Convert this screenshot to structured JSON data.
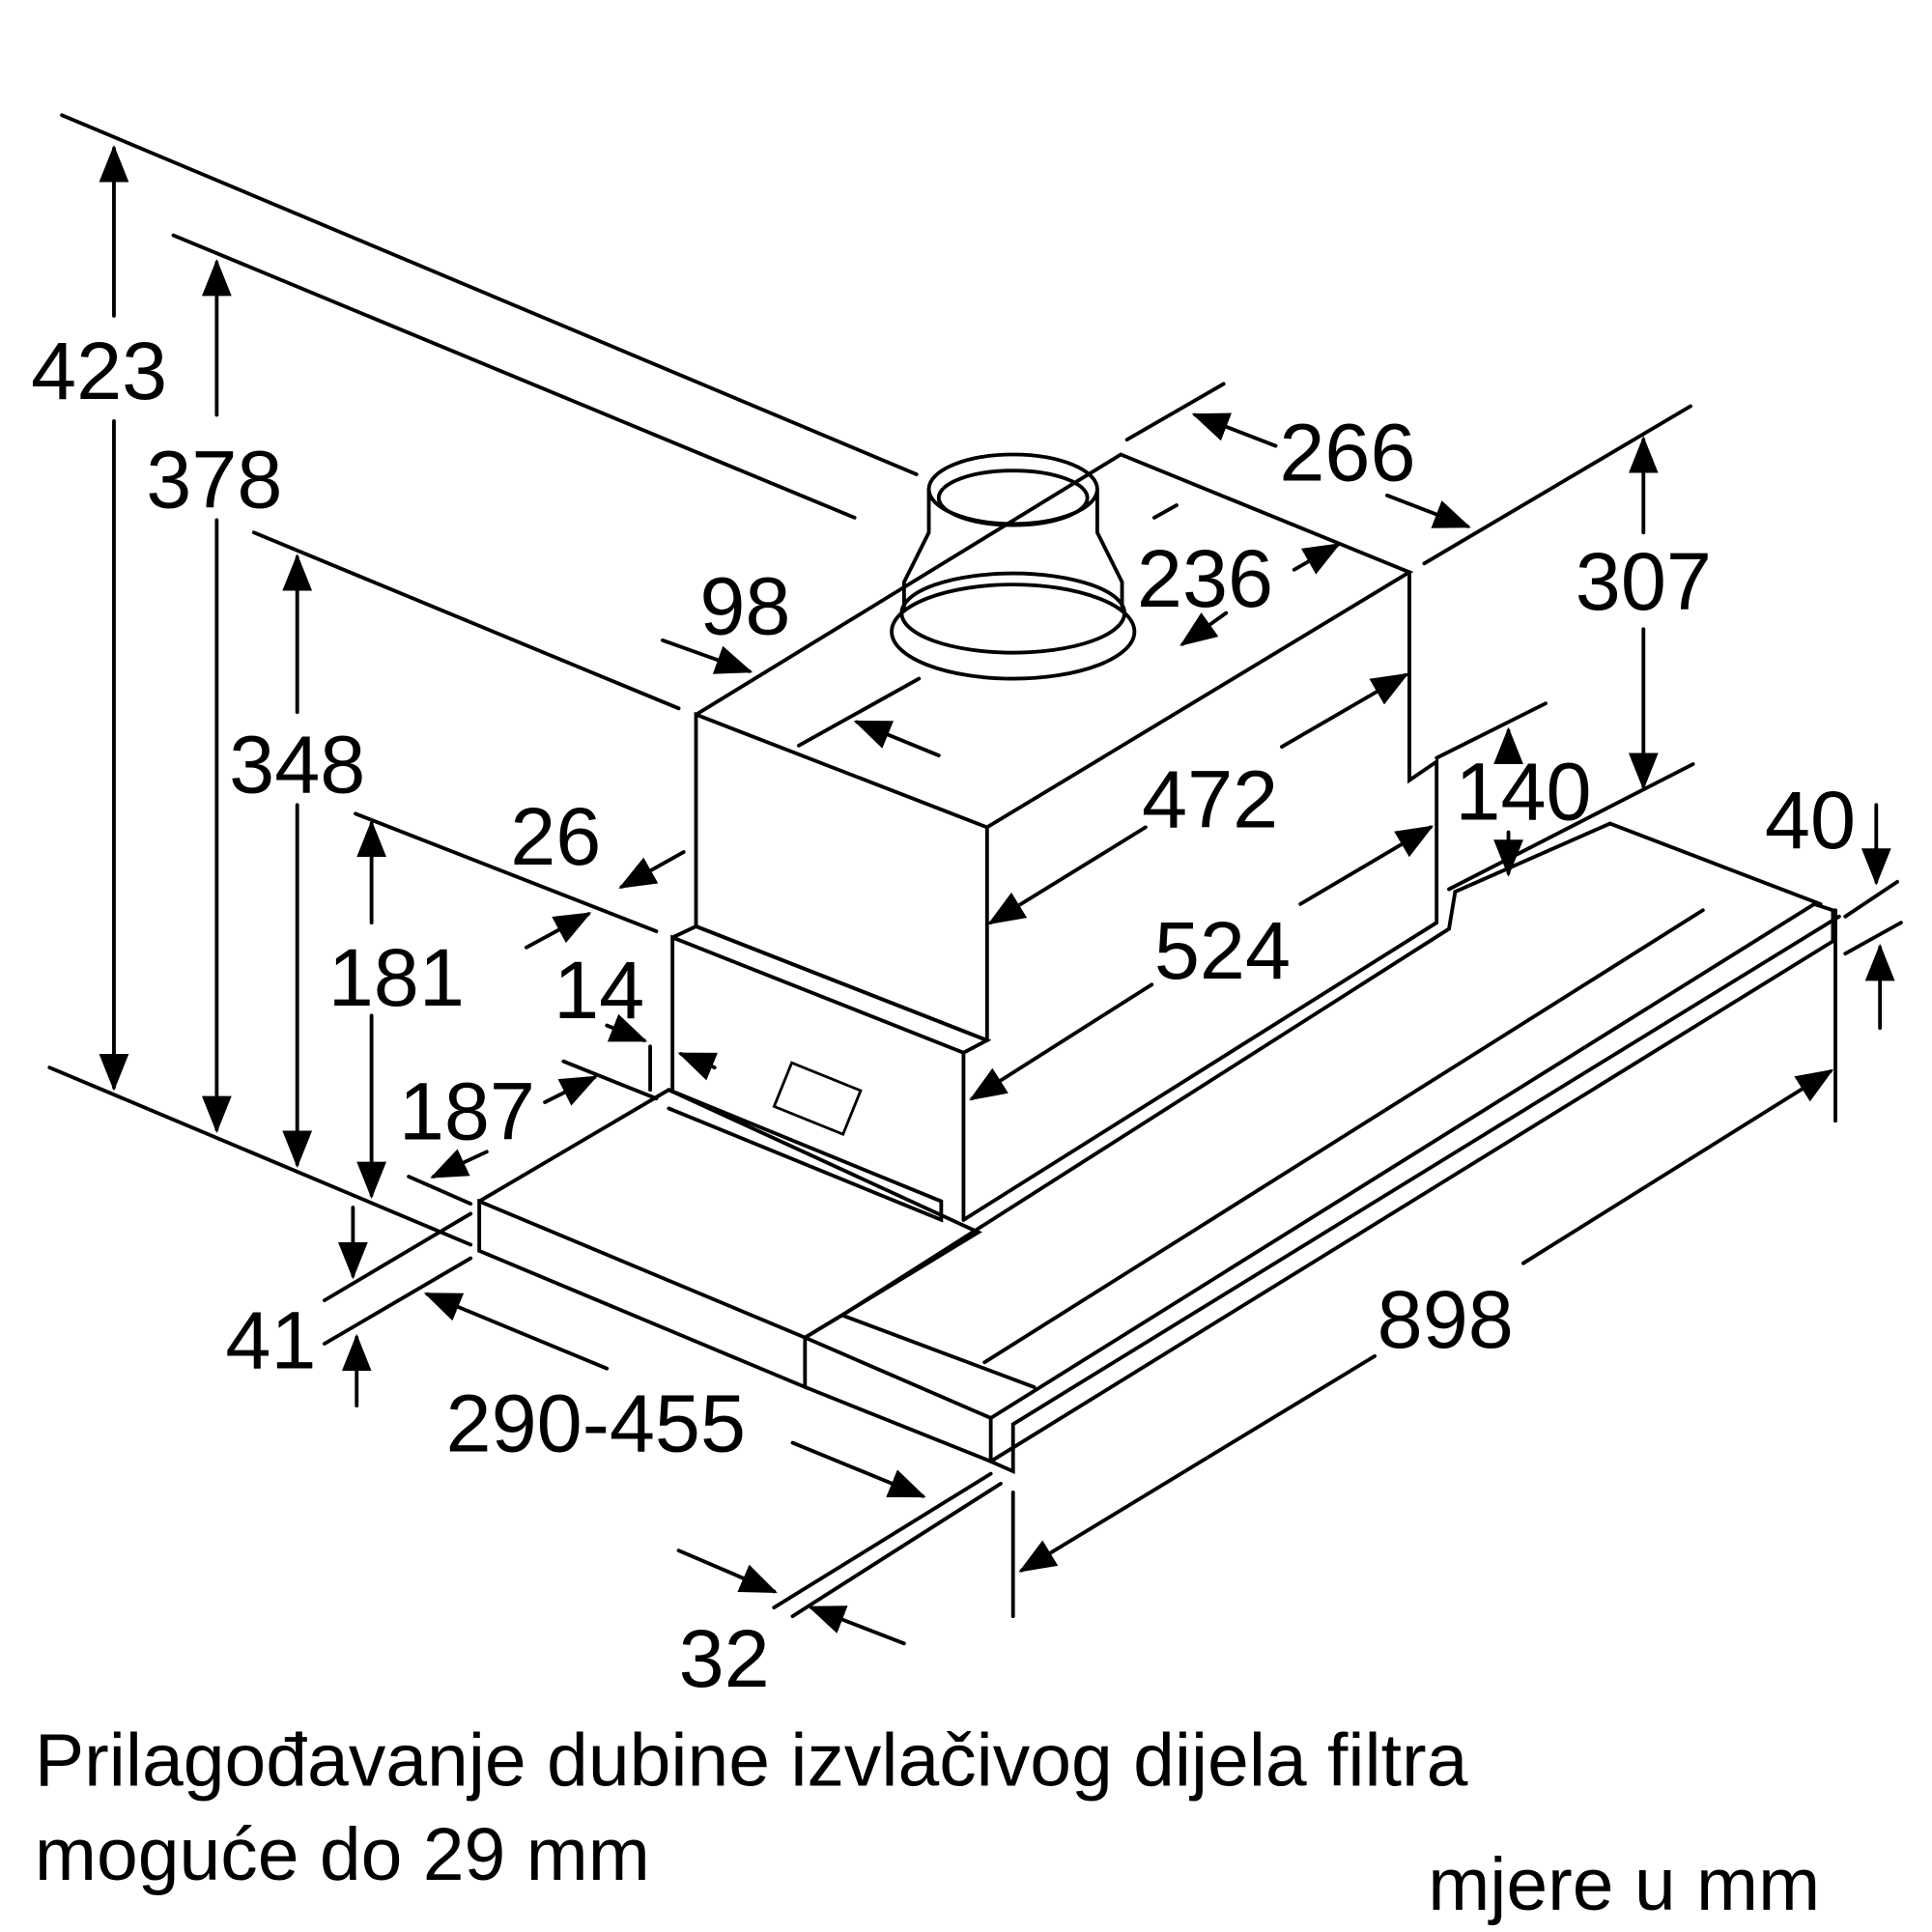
{
  "diagram": {
    "dimensions": {
      "d423": "423",
      "d378": "378",
      "d348": "348",
      "d181": "181",
      "d41": "41",
      "d187": "187",
      "d14": "14",
      "d26": "26",
      "d98": "98",
      "d266": "266",
      "d236": "236",
      "d307": "307",
      "d140": "140",
      "d472": "472",
      "d524": "524",
      "d40": "40",
      "d898": "898",
      "d290_455": "290-455",
      "d32": "32"
    },
    "note_line1": "Prilagođavanje dubine izvlačivog dijela filtra",
    "note_line2": "moguće do 29 mm",
    "units": "mjere u mm"
  }
}
